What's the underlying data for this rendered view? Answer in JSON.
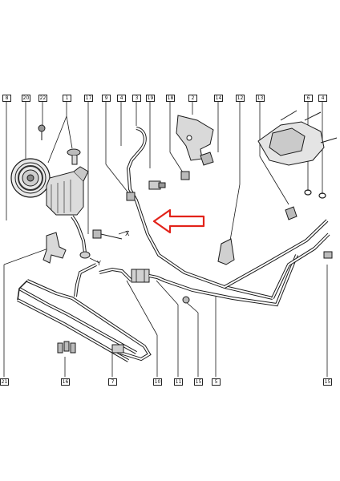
{
  "top_callouts": [
    "8",
    "20",
    "22",
    "1",
    "17",
    "9",
    "4",
    "3",
    "19",
    "18",
    "2",
    "14",
    "12",
    "13",
    "6",
    "4"
  ],
  "bottom_callouts": [
    "21",
    "16",
    "7",
    "10",
    "11",
    "15",
    "5",
    "15"
  ],
  "view_labels": {
    "x": "X",
    "y": "Y"
  },
  "colors": {
    "line": "#1a1a1a",
    "arrow": "#e2231a",
    "background": "#ffffff"
  }
}
